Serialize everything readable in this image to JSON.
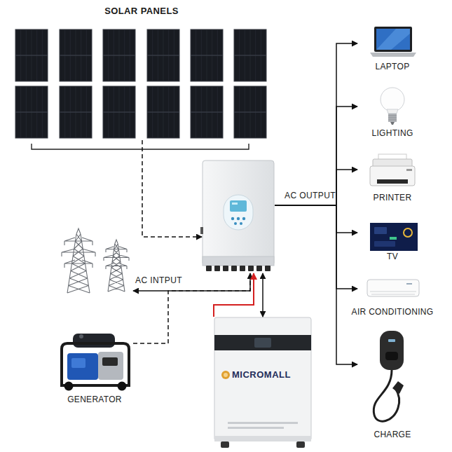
{
  "diagram": {
    "nodes": [
      {
        "text": [
          "SOLAR PANELS"
        ]
      },
      {
        "text": []
      },
      {
        "text": []
      },
      {
        "text": [
          "GENERATOR"
        ]
      },
      {
        "text": [
          "MICROMALL"
        ]
      },
      {
        "text": [
          "LAPTOP"
        ]
      },
      {
        "text": [
          "LIGHTING"
        ]
      },
      {
        "text": [
          "PRINTER"
        ]
      },
      {
        "text": [
          "TV"
        ]
      },
      {
        "text": [
          "AIR CONDITIONING"
        ]
      },
      {
        "text": [
          "CHARGE"
        ]
      }
    ],
    "edges": [
      {
        "from": 0,
        "to": 1,
        "arrow": "to"
      },
      {
        "from": 2,
        "to": 1,
        "arrow": "both",
        "label": "AC INTPUT"
      },
      {
        "from": 3,
        "to": 1,
        "arrow": "none"
      },
      {
        "from": 4,
        "to": 1,
        "arrow": "to"
      },
      {
        "from": 1,
        "to": 4,
        "arrow": "both"
      },
      {
        "from": 1,
        "to": 5,
        "arrow": "to",
        "label": "AC OUTPUT"
      },
      {
        "from": 1,
        "to": 6,
        "arrow": "to"
      },
      {
        "from": 1,
        "to": 7,
        "arrow": "to"
      },
      {
        "from": 1,
        "to": 8,
        "arrow": "to"
      },
      {
        "from": 1,
        "to": 9,
        "arrow": "to"
      },
      {
        "from": 1,
        "to": 10,
        "arrow": "to"
      }
    ]
  }
}
